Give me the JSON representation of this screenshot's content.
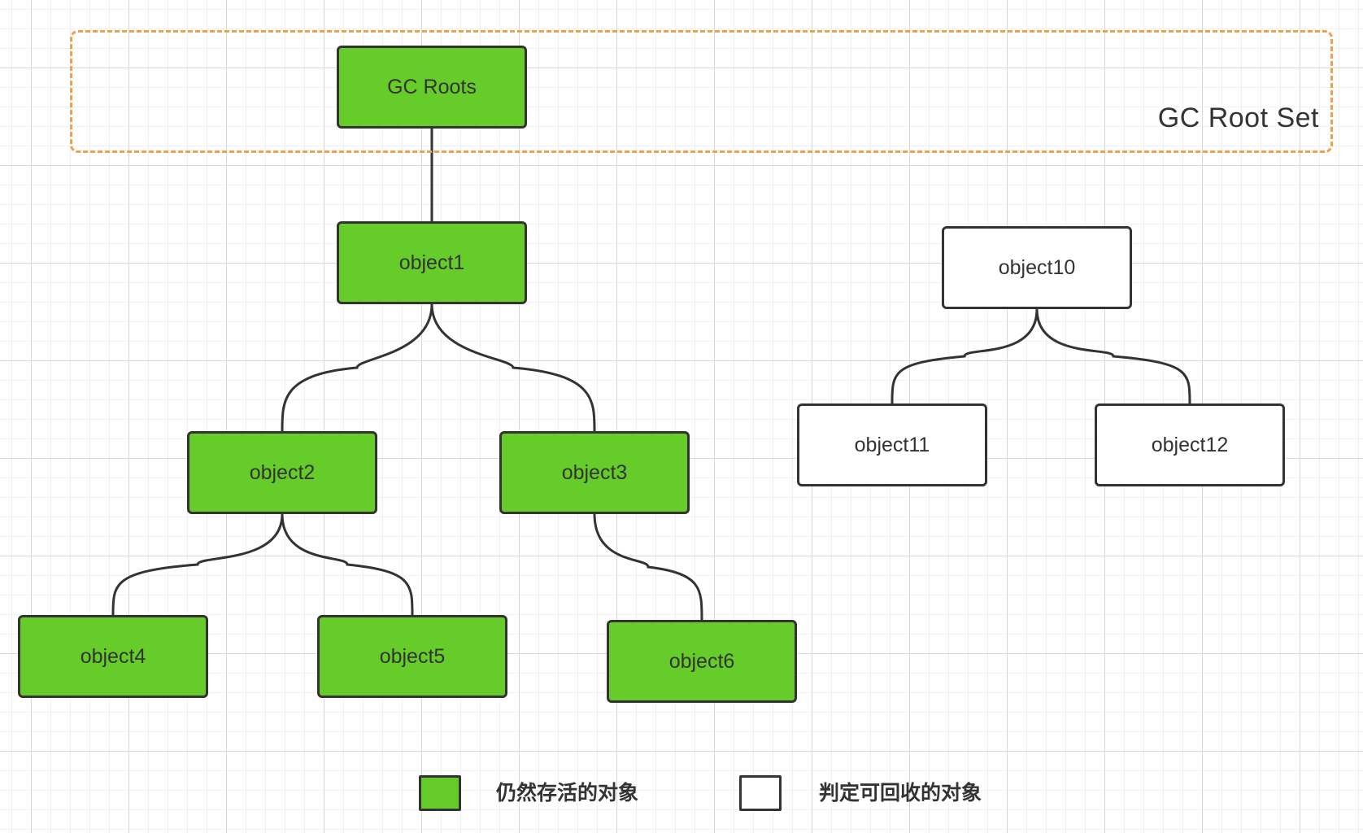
{
  "root_set": {
    "label": "GC Root Set"
  },
  "colors": {
    "live": "#66cc29",
    "dead": "#ffffff",
    "border": "#333333",
    "root_set_border": "#f0a04b"
  },
  "nodes": {
    "gc_roots": {
      "label": "GC Roots",
      "status": "live"
    },
    "object1": {
      "label": "object1",
      "status": "live"
    },
    "object2": {
      "label": "object2",
      "status": "live"
    },
    "object3": {
      "label": "object3",
      "status": "live"
    },
    "object4": {
      "label": "object4",
      "status": "live"
    },
    "object5": {
      "label": "object5",
      "status": "live"
    },
    "object6": {
      "label": "object6",
      "status": "live"
    },
    "object10": {
      "label": "object10",
      "status": "dead"
    },
    "object11": {
      "label": "object11",
      "status": "dead"
    },
    "object12": {
      "label": "object12",
      "status": "dead"
    }
  },
  "edges": [
    [
      "gc_roots",
      "object1"
    ],
    [
      "object1",
      "object2"
    ],
    [
      "object1",
      "object3"
    ],
    [
      "object2",
      "object4"
    ],
    [
      "object2",
      "object5"
    ],
    [
      "object3",
      "object6"
    ],
    [
      "object10",
      "object11"
    ],
    [
      "object10",
      "object12"
    ]
  ],
  "legend": {
    "live_label": "仍然存活的对象",
    "dead_label": "判定可回收的对象"
  }
}
